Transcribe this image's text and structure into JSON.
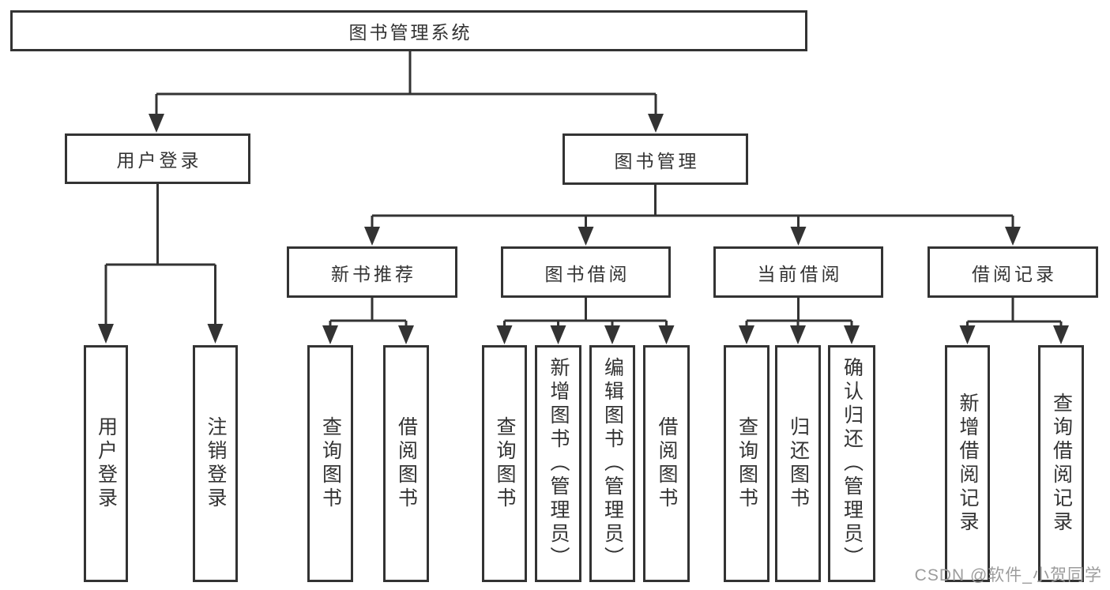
{
  "diagram": {
    "root": {
      "label": "图书管理系统",
      "children": [
        {
          "label": "用户登录",
          "children": [
            {
              "label": "用户登录"
            },
            {
              "label": "注销登录"
            }
          ]
        },
        {
          "label": "图书管理",
          "children": [
            {
              "label": "新书推荐",
              "children": [
                {
                  "label": "查询图书"
                },
                {
                  "label": "借阅图书"
                }
              ]
            },
            {
              "label": "图书借阅",
              "children": [
                {
                  "label": "查询图书"
                },
                {
                  "label": "新增图书（管理员）"
                },
                {
                  "label": "编辑图书（管理员）"
                },
                {
                  "label": "借阅图书"
                }
              ]
            },
            {
              "label": "当前借阅",
              "children": [
                {
                  "label": "查询图书"
                },
                {
                  "label": "归还图书"
                },
                {
                  "label": "确认归还（管理员）"
                }
              ]
            },
            {
              "label": "借阅记录",
              "children": [
                {
                  "label": "新增借阅记录"
                },
                {
                  "label": "查询借阅记录"
                }
              ]
            }
          ]
        }
      ]
    }
  },
  "watermark": {
    "text": "CSDN @软件_小贺同学"
  },
  "colors": {
    "line": "#333333",
    "text": "#333333",
    "background": "#ffffff",
    "watermark": "#9c9c9c"
  }
}
